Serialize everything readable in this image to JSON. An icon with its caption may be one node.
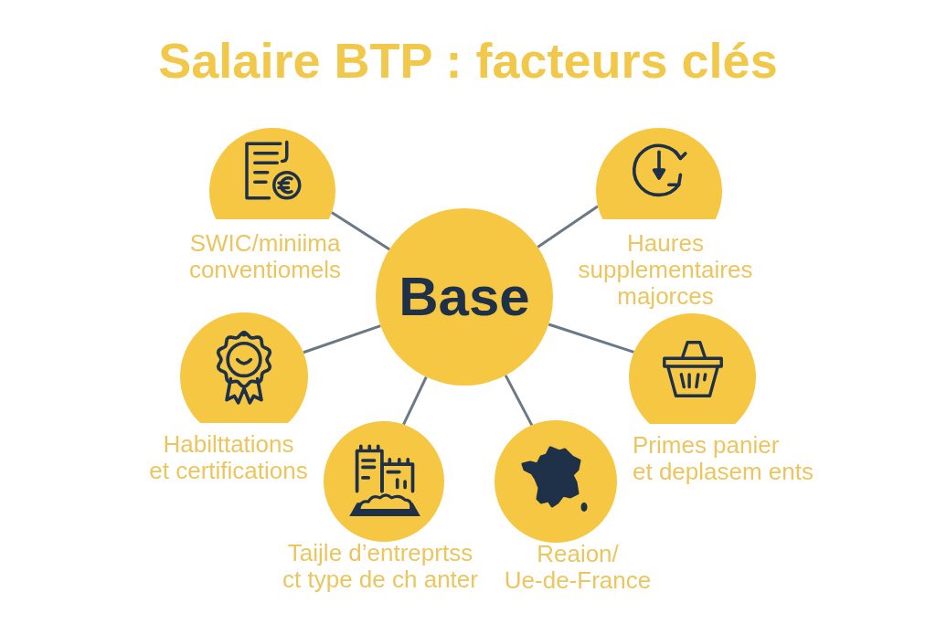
{
  "diagram": {
    "title": "Salaire BTP : facteurs clés",
    "nodes": [
      {
        "text": [],
        "shape": "circle",
        "beside": [
          "SWIC/miniima conventiomels"
        ]
      },
      {
        "text": [],
        "shape": "circle",
        "beside": [
          "Haures supplementaires majorces"
        ]
      },
      {
        "text": [
          "Base"
        ]
      },
      {
        "text": [],
        "shape": "circle",
        "beside": [
          "Habilttations et certifications"
        ]
      },
      {
        "text": [],
        "shape": "circle",
        "beside": [
          "Primes panier et deplasem ents"
        ]
      },
      {
        "text": [],
        "shape": "circle",
        "beside": [
          "Taijle d’entreprtss ct type de ch anter"
        ]
      },
      {
        "text": [],
        "shape": "circle",
        "beside": [
          "Reaion/ Ue-de-France"
        ]
      }
    ],
    "edges": [
      {
        "from": 2,
        "to": 0,
        "arrow": "none"
      },
      {
        "from": 2,
        "to": 1,
        "arrow": "none"
      },
      {
        "from": 2,
        "to": 3,
        "arrow": "none"
      },
      {
        "from": 2,
        "to": 4,
        "arrow": "none"
      },
      {
        "from": 2,
        "to": 5,
        "arrow": "none"
      },
      {
        "from": 2,
        "to": 6,
        "arrow": "none"
      }
    ]
  }
}
